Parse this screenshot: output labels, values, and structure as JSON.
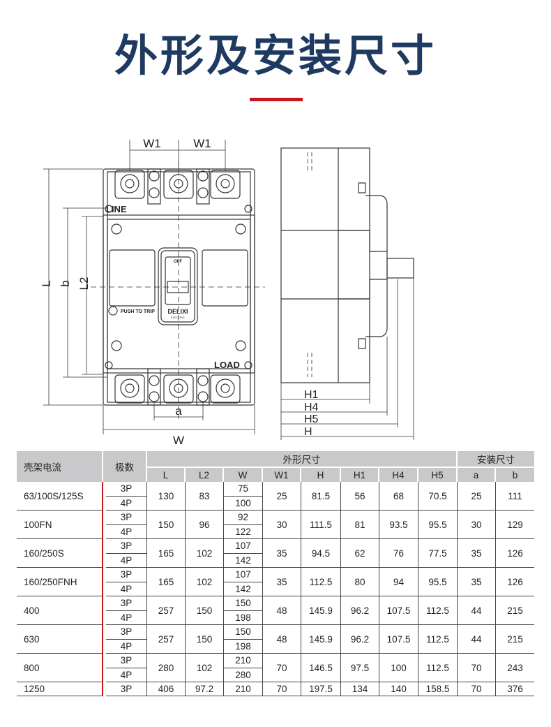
{
  "title": "外形及安装尺寸",
  "drawing": {
    "labels": {
      "W1a": "W1",
      "W1b": "W1",
      "L": "L",
      "b": "b",
      "L2": "L2",
      "a": "a",
      "W": "W",
      "line": "LINE",
      "load": "LOAD",
      "push_to_trip": "PUSH TO TRIP",
      "brand": "DELIXI",
      "brand_sub": "ELECTRIC",
      "off": "OFF",
      "H1": "H1",
      "H4": "H4",
      "H5": "H5",
      "H": "H"
    }
  },
  "accent_color": "#c8161d",
  "table": {
    "header": {
      "frame_current": "壳架电流",
      "poles": "极数",
      "outline": "外形尺寸",
      "mounting": "安装尺寸",
      "columns": [
        "L",
        "L2",
        "W",
        "W1",
        "H",
        "H1",
        "H4",
        "H5",
        "a",
        "b"
      ]
    },
    "rows": [
      {
        "frame": "63/100S/125S",
        "poles": [
          "3P",
          "4P"
        ],
        "L": "130",
        "L2": "83",
        "W": [
          "75",
          "100"
        ],
        "W1": "25",
        "H": "81.5",
        "H1": "56",
        "H4": "68",
        "H5": "70.5",
        "a": "25",
        "b": "111"
      },
      {
        "frame": "100FN",
        "poles": [
          "3P",
          "4P"
        ],
        "L": "150",
        "L2": "96",
        "W": [
          "92",
          "122"
        ],
        "W1": "30",
        "H": "111.5",
        "H1": "81",
        "H4": "93.5",
        "H5": "95.5",
        "a": "30",
        "b": "129"
      },
      {
        "frame": "160/250S",
        "poles": [
          "3P",
          "4P"
        ],
        "L": "165",
        "L2": "102",
        "W": [
          "107",
          "142"
        ],
        "W1": "35",
        "H": "94.5",
        "H1": "62",
        "H4": "76",
        "H5": "77.5",
        "a": "35",
        "b": "126"
      },
      {
        "frame": "160/250FNH",
        "poles": [
          "3P",
          "4P"
        ],
        "L": "165",
        "L2": "102",
        "W": [
          "107",
          "142"
        ],
        "W1": "35",
        "H": "112.5",
        "H1": "80",
        "H4": "94",
        "H5": "95.5",
        "a": "35",
        "b": "126"
      },
      {
        "frame": "400",
        "poles": [
          "3P",
          "4P"
        ],
        "L": "257",
        "L2": "150",
        "W": [
          "150",
          "198"
        ],
        "W1": "48",
        "H": "145.9",
        "H1": "96.2",
        "H4": "107.5",
        "H5": "112.5",
        "a": "44",
        "b": "215"
      },
      {
        "frame": "630",
        "poles": [
          "3P",
          "4P"
        ],
        "L": "257",
        "L2": "150",
        "W": [
          "150",
          "198"
        ],
        "W1": "48",
        "H": "145.9",
        "H1": "96.2",
        "H4": "107.5",
        "H5": "112.5",
        "a": "44",
        "b": "215"
      },
      {
        "frame": "800",
        "poles": [
          "3P",
          "4P"
        ],
        "L": "280",
        "L2": "102",
        "W": [
          "210",
          "280"
        ],
        "W1": "70",
        "H": "146.5",
        "H1": "97.5",
        "H4": "100",
        "H5": "112.5",
        "a": "70",
        "b": "243"
      },
      {
        "frame": "1250",
        "poles": [
          "3P"
        ],
        "L": "406",
        "L2": "97.2",
        "W": [
          "210"
        ],
        "W1": "70",
        "H": "197.5",
        "H1": "134",
        "H4": "140",
        "H5": "158.5",
        "a": "70",
        "b": "376"
      }
    ]
  }
}
